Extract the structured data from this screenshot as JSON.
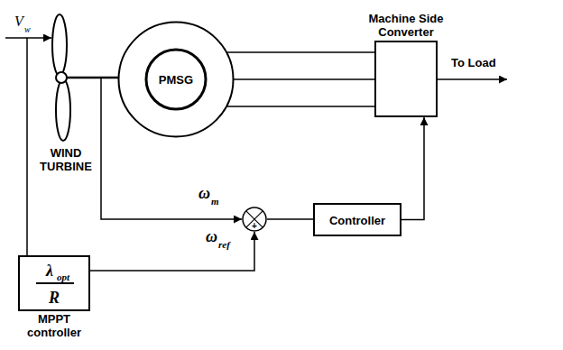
{
  "diagram": {
    "nodes": [
      {
        "text": [
          "PMSG"
        ]
      },
      {
        "text": [
          "Machine Side Converter"
        ]
      },
      {
        "text": [
          "+"
        ]
      },
      {
        "text": [
          "Controller"
        ]
      },
      {
        "text": [
          "λ",
          "opt",
          "R",
          "MPPT controller"
        ]
      }
    ],
    "edges": [
      {
        "from": 0,
        "to": 1,
        "arrow": "none"
      },
      {
        "from": 0,
        "to": 1,
        "arrow": "none"
      },
      {
        "from": 0,
        "to": 1,
        "arrow": "none"
      },
      {
        "from": 2,
        "to": 3,
        "arrow": "none"
      },
      {
        "from": 3,
        "to": 1,
        "arrow": "to"
      },
      {
        "from": 4,
        "to": 2,
        "arrow": "to"
      }
    ],
    "labels": [
      "V",
      "w",
      "WIND TURBINE",
      "To Load",
      "ω",
      "m",
      "ω",
      "ref"
    ]
  }
}
